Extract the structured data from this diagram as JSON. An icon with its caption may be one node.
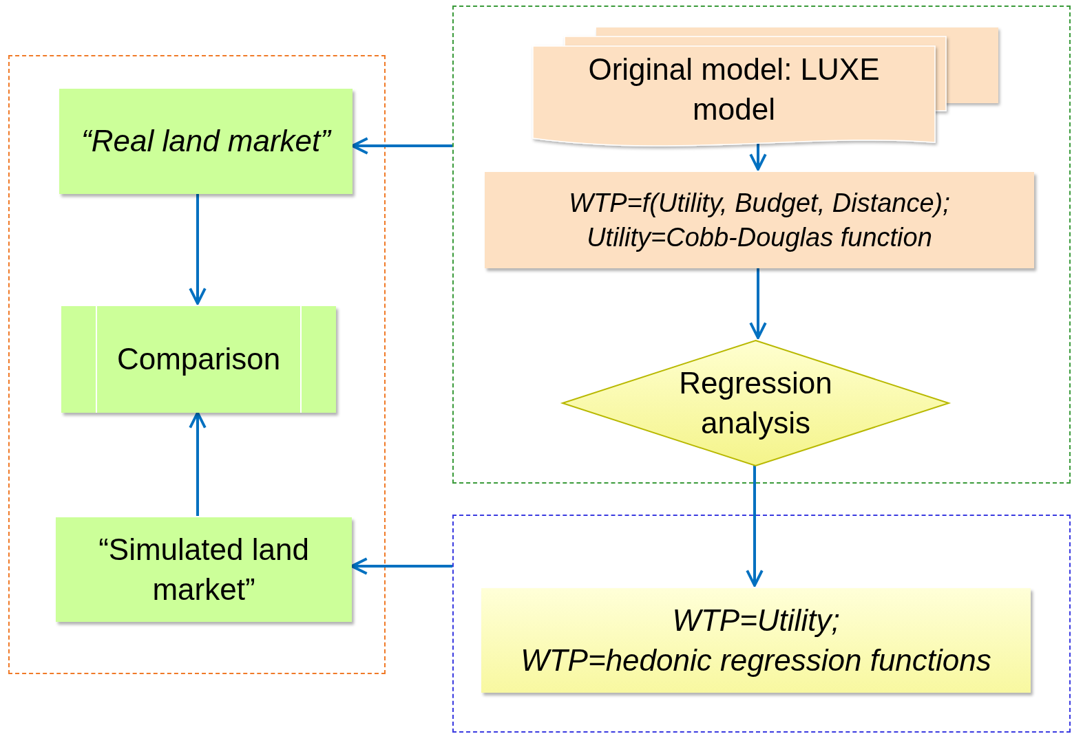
{
  "diagram": {
    "nodes": [
      {
        "text": [],
        "shape": "box"
      },
      {
        "text": [
          "“Real land market”"
        ],
        "in": 0
      },
      {
        "text": [
          "Comparison"
        ],
        "in": 0
      },
      {
        "text": [
          "“Simulated land market”"
        ],
        "in": 0
      },
      {
        "text": [],
        "shape": "box"
      },
      {
        "text": [
          "Original model: LUXE model"
        ],
        "in": 4
      },
      {
        "text": [
          "WTP=f(Utility, Budget, Distance); Utility=Cobb-Douglas function"
        ],
        "in": 4
      },
      {
        "text": [
          "Regression analysis"
        ],
        "in": 4
      },
      {
        "text": [],
        "shape": "box"
      },
      {
        "text": [
          "WTP=Utility;",
          "WTP=hedonic regression functions"
        ],
        "in": 8
      }
    ],
    "edges": [
      {
        "from": 4,
        "to": 1,
        "arrow": "to"
      },
      {
        "from": 1,
        "to": 2,
        "arrow": "to"
      },
      {
        "from": 3,
        "to": 2,
        "arrow": "to"
      },
      {
        "from": 5,
        "to": 6,
        "arrow": "to"
      },
      {
        "from": 6,
        "to": 7,
        "arrow": "to"
      },
      {
        "from": 7,
        "to": 9,
        "arrow": "to"
      },
      {
        "from": 8,
        "to": 3,
        "arrow": "to"
      }
    ]
  }
}
